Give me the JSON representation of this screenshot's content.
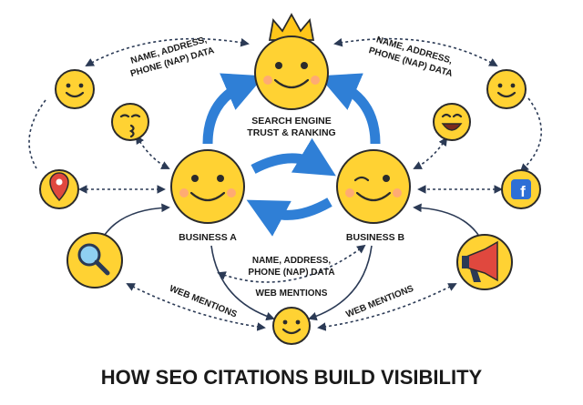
{
  "title": "HOW SEO CITATIONS BUILD VISIBILITY",
  "nodes": {
    "search_engine": {
      "label_line1": "SEARCH ENGINE",
      "label_line2": "TRUST & RANKING",
      "icon": "crown-smiley-icon"
    },
    "business_a": {
      "label": "BUSINESS A",
      "icon": "smiley-icon"
    },
    "business_b": {
      "label": "BUSINESS B",
      "icon": "winking-smiley-icon"
    },
    "bottom": {
      "icon": "smiley-icon"
    },
    "left_top": {
      "icon": "smiley-icon"
    },
    "left_kiss": {
      "icon": "kissing-smiley-icon"
    },
    "left_map": {
      "icon": "map-pin-icon"
    },
    "left_search": {
      "icon": "magnifier-icon"
    },
    "right_top": {
      "icon": "smiley-icon"
    },
    "right_grin": {
      "icon": "grinning-smiley-icon"
    },
    "right_facebook": {
      "icon": "facebook-icon",
      "glyph": "f"
    },
    "right_megaphone": {
      "icon": "megaphone-icon"
    }
  },
  "labels": {
    "nap_top_left": [
      "NAME, ADDRESS,",
      "PHONE (NAP) DATA"
    ],
    "nap_top_right": [
      "NAME, ADDRESS,",
      "PHONE (NAP) DATA"
    ],
    "nap_middle": [
      "NAME, ADDRESS,",
      "PHONE (NAP) DATA"
    ],
    "web_mentions_middle": "WEB MENTIONS",
    "web_mentions_left": "WEB MENTIONS",
    "web_mentions_right": "WEB MENTIONS"
  },
  "colors": {
    "face": "#ffd233",
    "arrow_blue": "#2f7fd6",
    "line": "#2b3a55",
    "crown": "#ffc61a",
    "map_pin": "#e0483e",
    "facebook": "#2d6fd6",
    "megaphone": "#e0483e"
  }
}
